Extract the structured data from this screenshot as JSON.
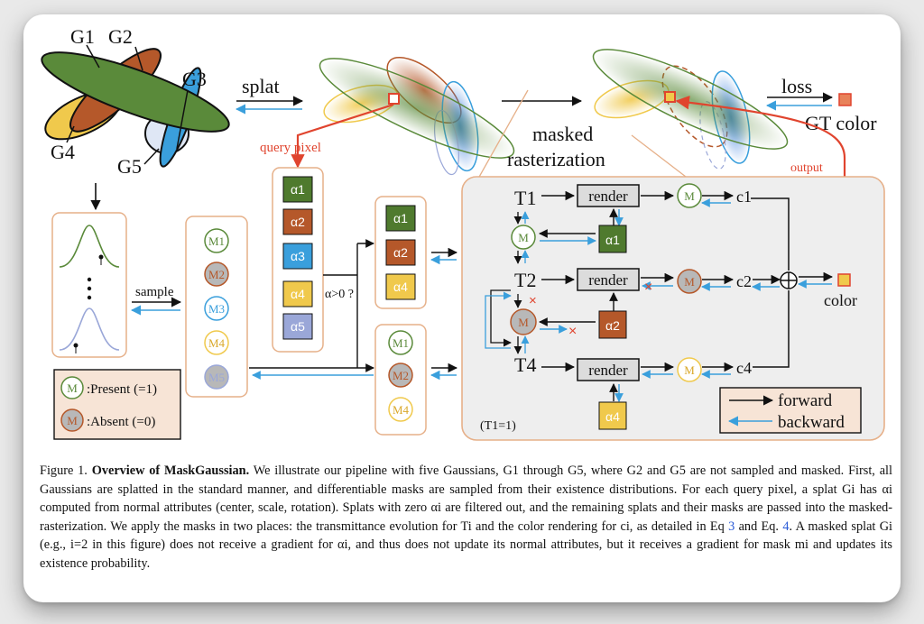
{
  "figure": {
    "gaussian_labels": [
      "G1",
      "G2",
      "G3",
      "G4",
      "G5"
    ],
    "splat_label": "splat",
    "query_pixel_label": "query pixel",
    "loss_label": "loss",
    "gt_color_label": "GT color",
    "masked_rasterization_line1": "masked",
    "masked_rasterization_line2": "rasterization",
    "output_label": "output",
    "sample_label": "sample",
    "alpha_labels": [
      "α1",
      "α2",
      "α3",
      "α4",
      "α5"
    ],
    "alpha_filter_label": "α>0 ?",
    "mask_labels": [
      "M1",
      "M2",
      "M3",
      "M4",
      "M5"
    ],
    "legend_present": ":Present (=1)",
    "legend_absent": ":Absent (=0)",
    "render_label": "render",
    "t_labels": [
      "T1",
      "T2",
      "T4"
    ],
    "c_labels": [
      "c1",
      "c2",
      "c4"
    ],
    "color_label": "color",
    "t1_note": "(T1=1)",
    "forward_label": "forward",
    "backward_label": "backward",
    "colors": {
      "green": "#5a8a3a",
      "brown": "#b5582a",
      "blue": "#3a9fdc",
      "yellow": "#f0c94c",
      "lavender": "#9aa7d8",
      "gray": "#b8b8b8",
      "red": "#e0442e",
      "peach_bg": "#f7e4d6",
      "box_border": "#e6b089"
    }
  },
  "caption": {
    "figure_no": "Figure 1.",
    "title": "Overview of MaskGaussian.",
    "p1": "We illustrate our pipeline with five Gaussians, G1 through G5, where G2 and G5 are not sampled and masked. First, all Gaussians are splatted in the standard manner, and differentiable masks are sampled from their existence distributions. For each query pixel, a splat Gi has αi computed from normal attributes (center, scale, rotation). Splats with zero αi are filtered out, and the remaining splats and their masks are passed into the masked-rasterization. We apply the masks in two places: the transmittance evolution for Ti and the color rendering for ci, as detailed in Eq",
    "eq_a": "3",
    "and_eq": "and Eq.",
    "eq_b": "4",
    "p2": ". A masked splat Gi (e.g., i=2 in this figure) does not receive a gradient for αi, and thus does not update its normal attributes, but it receives a gradient for mask mi and updates its existence probability."
  }
}
